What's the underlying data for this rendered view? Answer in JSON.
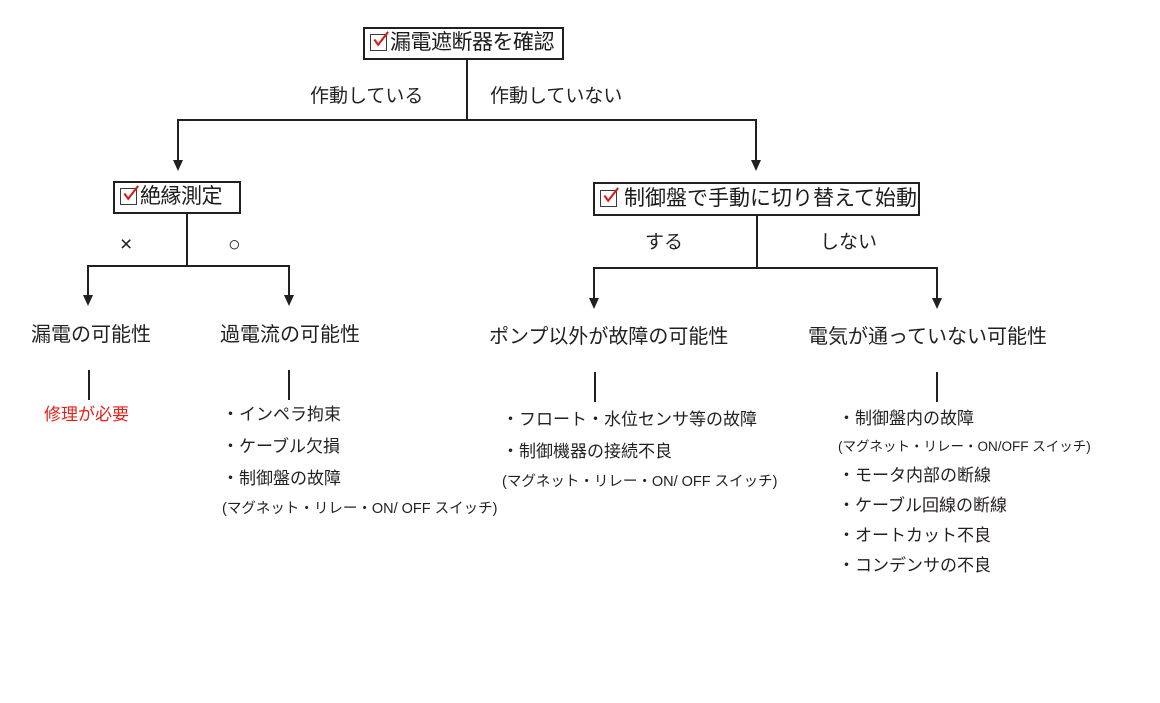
{
  "diagram": {
    "title_node": {
      "label": "漏電遮断器を確認",
      "icon": "checkbox-checked-icon"
    },
    "branch_labels": {
      "root_left": "作動している",
      "root_right": "作動していない",
      "left_x": "×",
      "left_o": "○",
      "right_do": "する",
      "right_dont": "しない"
    },
    "level2": {
      "left": {
        "label": "絶縁測定",
        "icon": "checkbox-checked-icon"
      },
      "right": {
        "label": "制御盤で手動に切り替えて始動",
        "icon": "checkbox-checked-icon"
      }
    },
    "outcomes": {
      "leak": "漏電の可能性",
      "overcurrent": "過電流の可能性",
      "non_pump": "ポンプ以外が故障の可能性",
      "no_power": "電気が通っていない可能性"
    },
    "details": {
      "leak": [
        {
          "text": "修理が必要",
          "type": "alert"
        }
      ],
      "overcurrent": [
        {
          "text": "・インペラ拘束",
          "type": "item"
        },
        {
          "text": "・ケーブル欠損",
          "type": "item"
        },
        {
          "text": "・制御盤の故障",
          "type": "item"
        },
        {
          "text": "(マグネット・リレー・ON/ OFF スイッチ)",
          "type": "note"
        }
      ],
      "non_pump": [
        {
          "text": "・フロート・水位センサ等の故障",
          "type": "item"
        },
        {
          "text": "・制御機器の接続不良",
          "type": "item"
        },
        {
          "text": "(マグネット・リレー・ON/ OFF スイッチ)",
          "type": "note"
        }
      ],
      "no_power": [
        {
          "text": "・制御盤内の故障",
          "type": "item"
        },
        {
          "text": "(マグネット・リレー・ON/OFF スイッチ)",
          "type": "note"
        },
        {
          "text": "・モータ内部の断線",
          "type": "item"
        },
        {
          "text": "・ケーブル回線の断線",
          "type": "item"
        },
        {
          "text": "・オートカット不良",
          "type": "item"
        },
        {
          "text": "・コンデンサの不良",
          "type": "item"
        }
      ]
    },
    "colors": {
      "line": "#231f20",
      "text": "#231f20",
      "alert": "#e8201a",
      "check": "#d0201a",
      "background": "#ffffff"
    }
  }
}
